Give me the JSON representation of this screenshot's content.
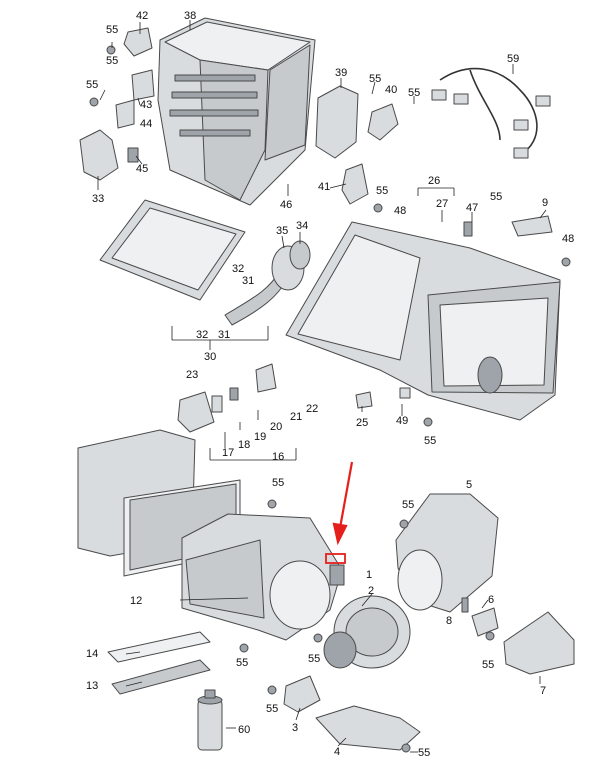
{
  "diagram": {
    "highlight_color": "#e5201c",
    "labels": [
      {
        "key": "l42",
        "text": "42"
      },
      {
        "key": "l55a",
        "text": "55"
      },
      {
        "key": "l55b",
        "text": "55"
      },
      {
        "key": "l38",
        "text": "38"
      },
      {
        "key": "l55c",
        "text": "55"
      },
      {
        "key": "l43",
        "text": "43"
      },
      {
        "key": "l44",
        "text": "44"
      },
      {
        "key": "l33",
        "text": "33"
      },
      {
        "key": "l45",
        "text": "45"
      },
      {
        "key": "l39",
        "text": "39"
      },
      {
        "key": "l55d",
        "text": "55"
      },
      {
        "key": "l40",
        "text": "40"
      },
      {
        "key": "l55e",
        "text": "55"
      },
      {
        "key": "l59",
        "text": "59"
      },
      {
        "key": "l41",
        "text": "41"
      },
      {
        "key": "l55f",
        "text": "55"
      },
      {
        "key": "l46",
        "text": "46"
      },
      {
        "key": "l48a",
        "text": "48"
      },
      {
        "key": "l26",
        "text": "26"
      },
      {
        "key": "l27",
        "text": "27"
      },
      {
        "key": "l47",
        "text": "47"
      },
      {
        "key": "l55g",
        "text": "55"
      },
      {
        "key": "l9",
        "text": "9"
      },
      {
        "key": "l48b",
        "text": "48"
      },
      {
        "key": "l35",
        "text": "35"
      },
      {
        "key": "l34",
        "text": "34"
      },
      {
        "key": "l32a",
        "text": "32"
      },
      {
        "key": "l31a",
        "text": "31"
      },
      {
        "key": "l32b",
        "text": "32"
      },
      {
        "key": "l31b",
        "text": "31"
      },
      {
        "key": "l30",
        "text": "30"
      },
      {
        "key": "l23",
        "text": "23"
      },
      {
        "key": "l22",
        "text": "22"
      },
      {
        "key": "l21",
        "text": "21"
      },
      {
        "key": "l20",
        "text": "20"
      },
      {
        "key": "l19",
        "text": "19"
      },
      {
        "key": "l18",
        "text": "18"
      },
      {
        "key": "l17",
        "text": "17"
      },
      {
        "key": "l16",
        "text": "16"
      },
      {
        "key": "l25",
        "text": "25"
      },
      {
        "key": "l49",
        "text": "49"
      },
      {
        "key": "l55h",
        "text": "55"
      },
      {
        "key": "l55i",
        "text": "55"
      },
      {
        "key": "l5",
        "text": "5"
      },
      {
        "key": "l55j",
        "text": "55"
      },
      {
        "key": "l12",
        "text": "12"
      },
      {
        "key": "l1",
        "text": "1"
      },
      {
        "key": "l2",
        "text": "2"
      },
      {
        "key": "l6",
        "text": "6"
      },
      {
        "key": "l8",
        "text": "8"
      },
      {
        "key": "l55k",
        "text": "55"
      },
      {
        "key": "l14",
        "text": "14"
      },
      {
        "key": "l55l",
        "text": "55"
      },
      {
        "key": "l55m",
        "text": "55"
      },
      {
        "key": "l7",
        "text": "7"
      },
      {
        "key": "l13",
        "text": "13"
      },
      {
        "key": "l55n",
        "text": "55"
      },
      {
        "key": "l60",
        "text": "60"
      },
      {
        "key": "l3",
        "text": "3"
      },
      {
        "key": "l55o",
        "text": "55"
      },
      {
        "key": "l4",
        "text": "4"
      }
    ]
  }
}
